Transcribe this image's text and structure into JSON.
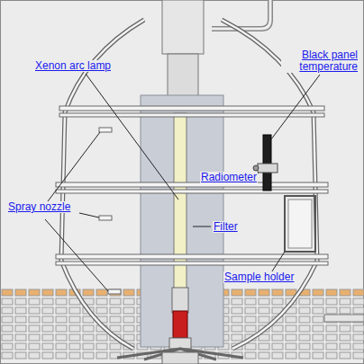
{
  "diagram": {
    "labels": [
      "Xenon arc lamp",
      "Black panel temperature",
      "Radiometer",
      "Spray nozzle",
      "Filter",
      "Sample holder"
    ]
  }
}
